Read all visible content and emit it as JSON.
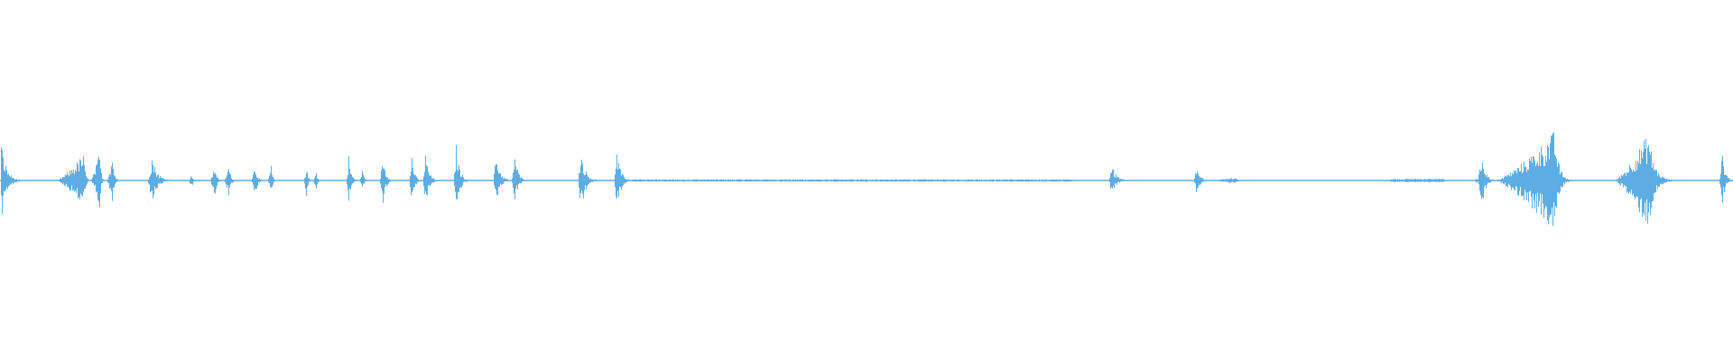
{
  "waveform": {
    "color": "#5dade2",
    "background": "#ffffff",
    "duration_units": 1920,
    "baseline_amplitude": 0.012,
    "segments": [
      {
        "start": 0,
        "peak": 0,
        "end": 22,
        "amp_top": 0.84,
        "amp_bottom": 0.86
      },
      {
        "start": 62,
        "peak": 92,
        "end": 100,
        "amp_top": 0.48,
        "amp_bottom": 0.48
      },
      {
        "start": 100,
        "peak": 110,
        "end": 116,
        "amp_top": 0.53,
        "amp_bottom": 0.52
      },
      {
        "start": 118,
        "peak": 124,
        "end": 132,
        "amp_top": 0.48,
        "amp_bottom": 0.46
      },
      {
        "start": 163,
        "peak": 168,
        "end": 190,
        "amp_top": 0.45,
        "amp_bottom": 0.45
      },
      {
        "start": 208,
        "peak": 212,
        "end": 218,
        "amp_top": 0.12,
        "amp_bottom": 0.16
      },
      {
        "start": 232,
        "peak": 238,
        "end": 246,
        "amp_top": 0.28,
        "amp_bottom": 0.32
      },
      {
        "start": 248,
        "peak": 253,
        "end": 262,
        "amp_top": 0.28,
        "amp_bottom": 0.3
      },
      {
        "start": 278,
        "peak": 282,
        "end": 292,
        "amp_top": 0.31,
        "amp_bottom": 0.34
      },
      {
        "start": 296,
        "peak": 300,
        "end": 306,
        "amp_top": 0.27,
        "amp_bottom": 0.3
      },
      {
        "start": 336,
        "peak": 339,
        "end": 346,
        "amp_top": 0.27,
        "amp_bottom": 0.28
      },
      {
        "start": 346,
        "peak": 350,
        "end": 356,
        "amp_top": 0.16,
        "amp_bottom": 0.18
      },
      {
        "start": 383,
        "peak": 386,
        "end": 396,
        "amp_top": 0.46,
        "amp_bottom": 0.4
      },
      {
        "start": 398,
        "peak": 401,
        "end": 410,
        "amp_top": 0.19,
        "amp_bottom": 0.15
      },
      {
        "start": 420,
        "peak": 424,
        "end": 436,
        "amp_top": 0.46,
        "amp_bottom": 0.44
      },
      {
        "start": 453,
        "peak": 456,
        "end": 466,
        "amp_top": 0.51,
        "amp_bottom": 0.52
      },
      {
        "start": 468,
        "peak": 471,
        "end": 486,
        "amp_top": 0.48,
        "amp_bottom": 0.5
      },
      {
        "start": 502,
        "peak": 505,
        "end": 520,
        "amp_top": 0.65,
        "amp_bottom": 0.65
      },
      {
        "start": 546,
        "peak": 549,
        "end": 566,
        "amp_top": 0.52,
        "amp_bottom": 0.44
      },
      {
        "start": 566,
        "peak": 570,
        "end": 584,
        "amp_top": 0.5,
        "amp_bottom": 0.4
      },
      {
        "start": 640,
        "peak": 643,
        "end": 662,
        "amp_top": 0.6,
        "amp_bottom": 0.62
      },
      {
        "start": 680,
        "peak": 683,
        "end": 700,
        "amp_top": 0.52,
        "amp_bottom": 0.52
      },
      {
        "start": 1228,
        "peak": 1231,
        "end": 1252,
        "amp_top": 0.29,
        "amp_bottom": 0.26
      },
      {
        "start": 1322,
        "peak": 1325,
        "end": 1340,
        "amp_top": 0.26,
        "amp_bottom": 0.26
      },
      {
        "start": 1340,
        "peak": 1368,
        "end": 1380,
        "amp_top": 0.06,
        "amp_bottom": 0.06
      },
      {
        "start": 1632,
        "peak": 1636,
        "end": 1640,
        "amp_top": 0.05,
        "amp_bottom": 0.05
      },
      {
        "start": 1636,
        "peak": 1642,
        "end": 1656,
        "amp_top": 0.5,
        "amp_bottom": 0.5
      },
      {
        "start": 1656,
        "peak": 1722,
        "end": 1740,
        "amp_top": 0.9,
        "amp_bottom": 0.95
      },
      {
        "start": 1788,
        "peak": 1826,
        "end": 1852,
        "amp_top": 0.87,
        "amp_bottom": 0.88
      },
      {
        "start": 1904,
        "peak": 1908,
        "end": 1920,
        "amp_top": 0.52,
        "amp_bottom": 0.45
      }
    ],
    "noise_regions": [
      {
        "start": 700,
        "end": 1190,
        "amp": 0.02
      },
      {
        "start": 1540,
        "end": 1600,
        "amp": 0.03
      }
    ]
  }
}
